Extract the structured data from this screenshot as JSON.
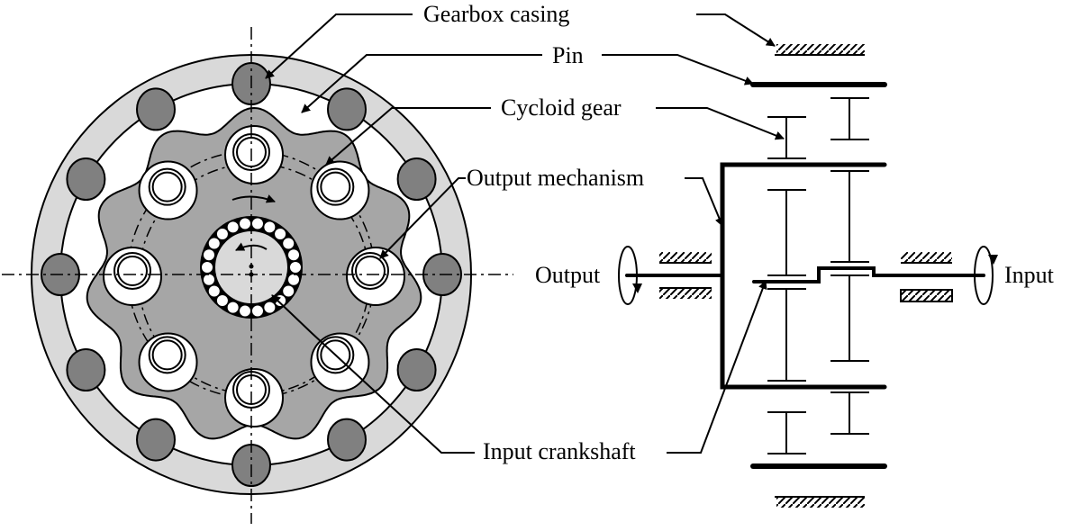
{
  "labels": {
    "gearbox_casing": "Gearbox casing",
    "pin": "Pin",
    "cycloid_gear": "Cycloid gear",
    "output_mechanism": "Output mechanism",
    "input_crankshaft": "Input crankshaft",
    "output": "Output",
    "input": "Input"
  },
  "colors": {
    "casing": "#d9d9d9",
    "pin": "#808080",
    "cycloid": "#a6a6a6",
    "crank": "#d9d9d9",
    "line": "#000000",
    "background": "#ffffff"
  },
  "cycloid": {
    "pin_count": 12,
    "lobe_count": 11,
    "output_hole_count": 8,
    "bearing_roller_count": 22
  }
}
